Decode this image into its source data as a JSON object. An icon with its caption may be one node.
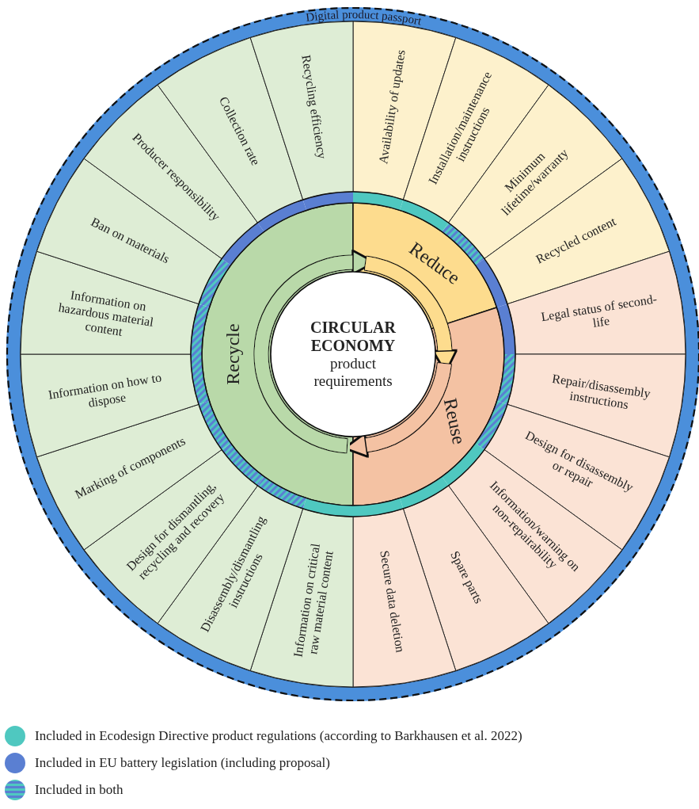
{
  "diagram": {
    "nodes": [
      {
        "text": [
          "Digital product passport"
        ]
      },
      {
        "text": [
          "CIRCULAR ECONOMY",
          "product requirements"
        ],
        "in": 0
      },
      {
        "text": [
          "Recycle"
        ],
        "in": 0
      },
      {
        "text": [
          "Reduce"
        ],
        "in": 0
      },
      {
        "text": [
          "Reuse"
        ],
        "in": 0
      },
      {
        "text": [
          "Availability of updates"
        ],
        "in": 0
      },
      {
        "text": [
          "Installation/maintenance instructions"
        ],
        "in": 0
      },
      {
        "text": [
          "Minimum lifetime/warranty"
        ],
        "in": 0
      },
      {
        "text": [
          "Recycled content"
        ],
        "in": 0
      },
      {
        "text": [
          "Legal status of second-life"
        ],
        "in": 0
      },
      {
        "text": [
          "Repair/disassembly instructions"
        ],
        "in": 0
      },
      {
        "text": [
          "Design for disassembly or repair"
        ],
        "in": 0
      },
      {
        "text": [
          "Information/warning on non-repairability"
        ],
        "in": 0
      },
      {
        "text": [
          "Spare parts"
        ],
        "in": 0
      },
      {
        "text": [
          "Secure data deletion"
        ],
        "in": 0
      },
      {
        "text": [
          "Information on critical raw material content"
        ],
        "in": 0
      },
      {
        "text": [
          "Disassembly/dismantling instructions"
        ],
        "in": 0
      },
      {
        "text": [
          "Design for dismantling, recycling and recovery"
        ],
        "in": 0
      },
      {
        "text": [
          "Marking of components"
        ],
        "in": 0
      },
      {
        "text": [
          "Information on how to dispose"
        ],
        "in": 0
      },
      {
        "text": [
          "Information on hazardous material content"
        ],
        "in": 0
      },
      {
        "text": [
          "Ban on materials"
        ],
        "in": 0
      },
      {
        "text": [
          "Producer responsibility"
        ],
        "in": 0
      },
      {
        "text": [
          "Collection rate"
        ],
        "in": 0
      },
      {
        "text": [
          "Recycling efficiency"
        ],
        "in": 0
      }
    ],
    "edges": [
      {
        "from": 2,
        "to": 3,
        "arrow": "to",
        "color": "#b9d9a9"
      },
      {
        "from": 3,
        "to": 4,
        "arrow": "to",
        "color": "#fddc8e"
      },
      {
        "from": 4,
        "to": 2,
        "arrow": "to",
        "color": "#f4c2a3"
      }
    ],
    "legend": [
      {
        "text": "Included in Ecodesign Directive product regulations (according to Barkhausen et al. 2022)",
        "color": "#4fc8c0"
      },
      {
        "text": "Included in EU battery legislation (including proposal)",
        "color": "#5a7fd2"
      },
      {
        "text": "Included in both"
      }
    ]
  }
}
